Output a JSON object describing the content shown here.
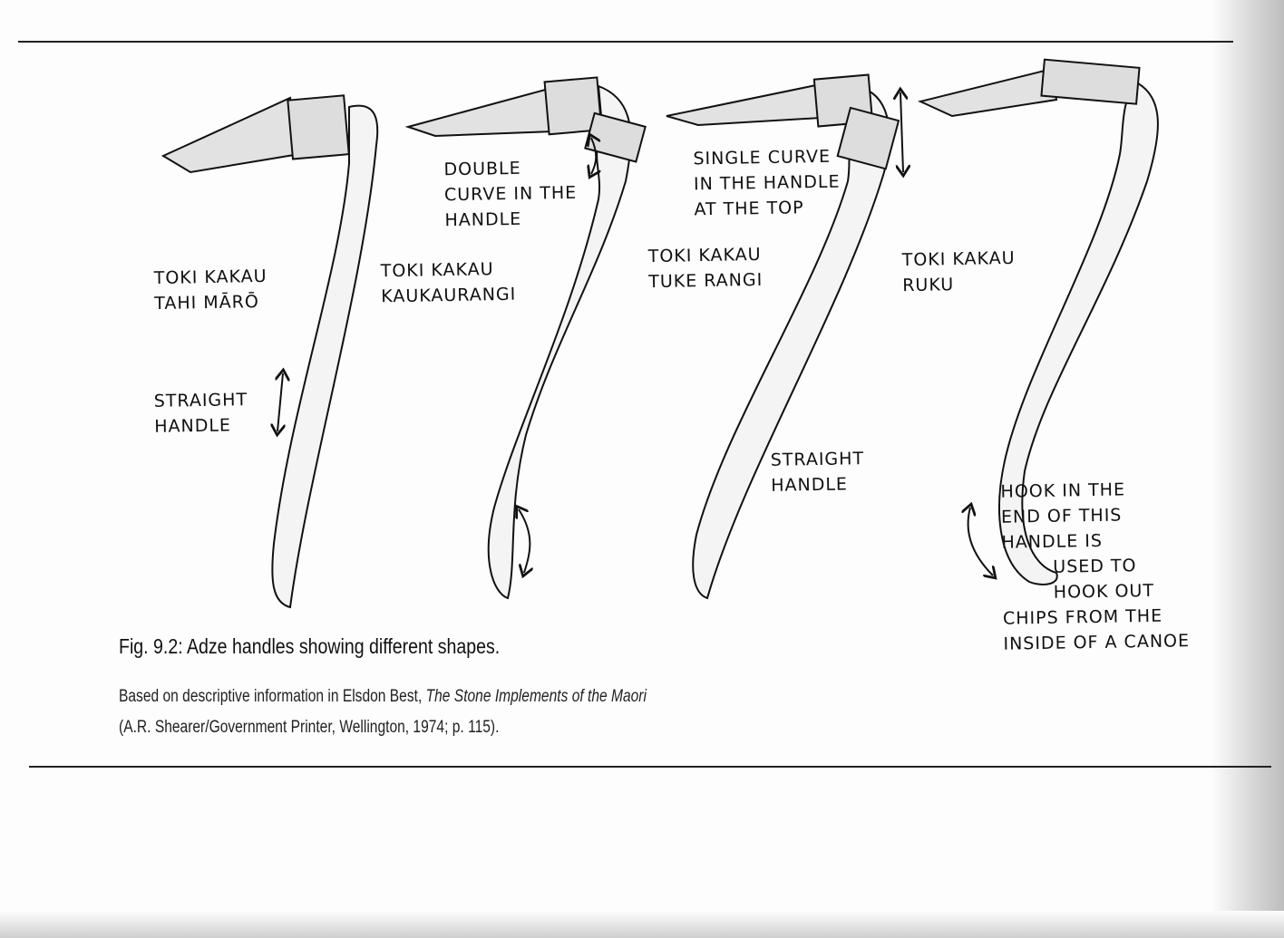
{
  "figure": {
    "caption": "Fig. 9.2: Adze handles showing different shapes.",
    "source_prefix": "Based on descriptive information in Elsdon Best, ",
    "source_title": "The Stone Implements of the Maori",
    "source_line2": "(A.R. Shearer/Government Printer, Wellington, 1974; p. 115)."
  },
  "adzes": [
    {
      "name_line1": "TOKI KAKAU",
      "name_line2": "TAHI MĀRŌ",
      "note": "STRAIGHT\nHANDLE"
    },
    {
      "name_line1": "TOKI KAKAU",
      "name_line2": "KAUKAURANGI",
      "note": "DOUBLE\nCURVE IN THE\nHANDLE"
    },
    {
      "name_line1": "TOKI KAKAU",
      "name_line2": "TUKE RANGI",
      "note": "SINGLE CURVE\nIN THE HANDLE\nAT THE TOP",
      "note2": "STRAIGHT\nHANDLE"
    },
    {
      "name_line1": "TOKI KAKAU",
      "name_line2": "RUKU",
      "note": "HOOK IN THE\nEND OF THIS\nHANDLE IS\n        USED TO\n        HOOK OUT\nCHIPS FROM THE\nINSIDE OF A CANOE"
    }
  ]
}
